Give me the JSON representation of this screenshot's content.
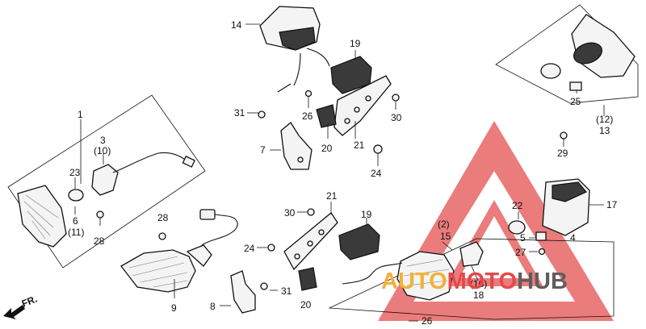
{
  "callouts": {
    "c1": "1",
    "c3": "3",
    "c10": "(10)",
    "c23": "23",
    "c6": "6",
    "c11": "(11)",
    "c28a": "28",
    "c28b": "28",
    "c9": "9",
    "c14": "14",
    "c19a": "19",
    "c31a": "31",
    "c26a": "26",
    "c30a": "30",
    "c7": "7",
    "c20a": "20",
    "c21a": "21",
    "c24a": "24",
    "c21b": "21",
    "c30b": "30",
    "c19b": "19",
    "c24b": "24",
    "c8": "8",
    "c31b": "31",
    "c20b": "20",
    "c26b": "26",
    "c2": "(2)",
    "c15": "15",
    "c16": "(16)",
    "c18": "18",
    "c22": "22",
    "c5": "5",
    "c4": "4",
    "c27": "27",
    "c17": "17",
    "c25": "25",
    "c12": "(12)",
    "c13": "13",
    "c29": "29"
  },
  "front_indicator": "FR.",
  "watermark": {
    "part1": "AUTO",
    "part2": "MOTO",
    "part3": "HUB"
  },
  "colors": {
    "watermark_red": "#e34a4a",
    "watermark_orange": "#f2b13a",
    "watermark_gray": "#5e5e5e"
  }
}
